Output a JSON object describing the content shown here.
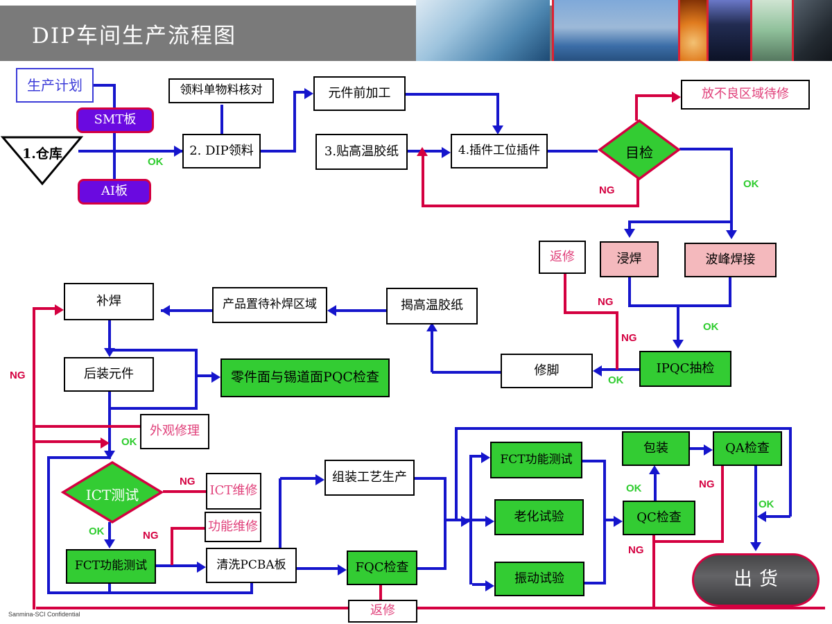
{
  "header": {
    "title": "DIP车间生产流程图"
  },
  "footer": {
    "confidential": "Sanmina-SCI Confidential"
  },
  "labels": {
    "ok": "OK",
    "ng": "NG"
  },
  "nodes": {
    "production_plan": "生产计划",
    "smt_board": "SMT板",
    "ai_board": "AI板",
    "warehouse": "1.仓库",
    "picklist_check": "领料单物料核对",
    "dip_picking": "2. DIP领料",
    "pre_processing": "元件前加工",
    "tape_apply": "3.贴高温胶纸",
    "insertion": "4.插件工位插件",
    "visual_inspection": "目检",
    "defect_hold_area": "放不良区域待修",
    "rework": "返修",
    "dip_soldering": "浸焊",
    "wave_soldering": "波峰焊接",
    "touch_up_solder": "补焊",
    "wait_touch_up_area": "产品置待补焊区域",
    "tape_remove": "揭高温胶纸",
    "post_mount_parts": "后装元件",
    "pqc_inspection": "零件面与锡道面PQC检查",
    "lead_trimming": "修脚",
    "ipqc_sampling": "IPQC抽检",
    "appearance_repair": "外观修理",
    "ict_test": "ICT测试",
    "ict_repair": "ICT维修",
    "function_repair": "功能维修",
    "fct_test": "FCT功能测试",
    "clean_pcba": "清洗PCBA板",
    "assembly_process": "组装工艺生产",
    "fqc_inspection": "FQC检查",
    "rework_bottom": "返修",
    "fct_test_right": "FCT功能测试",
    "aging_test": "老化试验",
    "vibration_test": "振动试验",
    "qc_inspection": "QC检查",
    "packing": "包装",
    "qa_inspection": "QA检查",
    "shipping": "出货"
  },
  "colors": {
    "line_blue": "#1515cc",
    "line_red": "#d40040",
    "node_green": "#33cc33",
    "node_pink": "#f4b9bd",
    "node_purple": "#6a0ae0",
    "ok_green": "#2ecc2e",
    "red_text": "#e0407a",
    "header_gray": "#7a7a7a"
  }
}
